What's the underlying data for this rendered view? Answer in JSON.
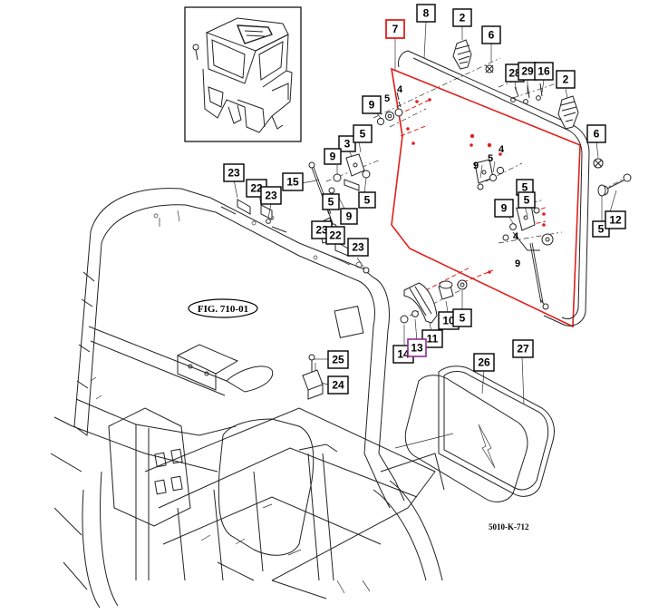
{
  "figure_ref": "FIG. 710-01",
  "drawing_code": "5010-K-712",
  "callouts": [
    {
      "id": "c7",
      "label": "7"
    },
    {
      "id": "c8",
      "label": "8"
    },
    {
      "id": "c2a",
      "label": "2"
    },
    {
      "id": "c6a",
      "label": "6"
    },
    {
      "id": "c28",
      "label": "28"
    },
    {
      "id": "c29",
      "label": "29"
    },
    {
      "id": "c16",
      "label": "16"
    },
    {
      "id": "c2b",
      "label": "2"
    },
    {
      "id": "c9a",
      "label": "9"
    },
    {
      "id": "c3a",
      "label": "3"
    },
    {
      "id": "c5a",
      "label": "5"
    },
    {
      "id": "c9b",
      "label": "9"
    },
    {
      "id": "c5b",
      "label": "5"
    },
    {
      "id": "c15",
      "label": "15"
    },
    {
      "id": "c5c",
      "label": "5"
    },
    {
      "id": "c9c",
      "label": "9"
    },
    {
      "id": "c23a",
      "label": "23"
    },
    {
      "id": "c22a",
      "label": "22"
    },
    {
      "id": "c23b",
      "label": "23"
    },
    {
      "id": "c23c",
      "label": "23"
    },
    {
      "id": "c22b",
      "label": "22"
    },
    {
      "id": "c23d",
      "label": "23"
    },
    {
      "id": "c6b",
      "label": "6"
    },
    {
      "id": "c9d",
      "label": "9"
    },
    {
      "id": "c5d",
      "label": "5"
    },
    {
      "id": "c5e",
      "label": "5"
    },
    {
      "id": "c12",
      "label": "12"
    },
    {
      "id": "c5f",
      "label": "5"
    },
    {
      "id": "c10",
      "label": "10"
    },
    {
      "id": "c5g",
      "label": "5"
    },
    {
      "id": "c11",
      "label": "11"
    },
    {
      "id": "c14",
      "label": "14"
    },
    {
      "id": "c13",
      "label": "13"
    },
    {
      "id": "c25",
      "label": "25"
    },
    {
      "id": "c24",
      "label": "24"
    },
    {
      "id": "c26",
      "label": "26"
    },
    {
      "id": "c27",
      "label": "27"
    }
  ],
  "small_labels": [
    {
      "id": "s5a",
      "label": "5"
    },
    {
      "id": "s4a",
      "label": "4"
    },
    {
      "id": "s9e",
      "label": "9"
    },
    {
      "id": "s5h",
      "label": "5"
    },
    {
      "id": "s4b",
      "label": "4"
    },
    {
      "id": "s4c",
      "label": "4"
    },
    {
      "id": "s9f",
      "label": "9"
    }
  ]
}
